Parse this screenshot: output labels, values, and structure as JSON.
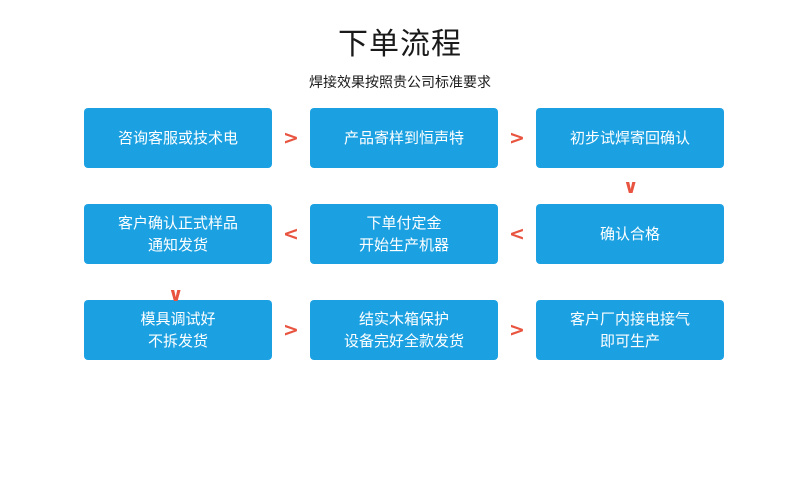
{
  "header": {
    "title": "下单流程",
    "subtitle": "焊接效果按照贵公司标准要求"
  },
  "colors": {
    "box_fill": "#1ba1e2",
    "box_text": "#ffffff",
    "arrow": "#e8543f",
    "title_text": "#1a1a1a"
  },
  "flow": {
    "rows": [
      {
        "cells": [
          {
            "line1": "咨询客服或技术电",
            "line2": ""
          },
          {
            "line1": "产品寄样到恒声特",
            "line2": ""
          },
          {
            "line1": "初步试焊寄回确认",
            "line2": ""
          }
        ],
        "connectors": [
          {
            "glyph": ">",
            "name": "arrow-right"
          },
          {
            "glyph": ">",
            "name": "arrow-right"
          }
        ]
      },
      {
        "cells": [
          {
            "line1": "客户确认正式样品",
            "line2": "通知发货"
          },
          {
            "line1": "下单付定金",
            "line2": "开始生产机器"
          },
          {
            "line1": "确认合格",
            "line2": ""
          }
        ],
        "connectors": [
          {
            "glyph": "<",
            "name": "arrow-left"
          },
          {
            "glyph": "<",
            "name": "arrow-left"
          }
        ]
      },
      {
        "cells": [
          {
            "line1": "模具调试好",
            "line2": "不拆发货"
          },
          {
            "line1": "结实木箱保护",
            "line2": "设备完好全款发货"
          },
          {
            "line1": "客户厂内接电接气",
            "line2": "即可生产"
          }
        ],
        "connectors": [
          {
            "glyph": ">",
            "name": "arrow-right"
          },
          {
            "glyph": ">",
            "name": "arrow-right"
          }
        ]
      }
    ],
    "vertical_connectors": [
      {
        "glyph": "∨",
        "name": "arrow-down-right-column"
      },
      {
        "glyph": "∨",
        "name": "arrow-down-left-column"
      }
    ]
  }
}
